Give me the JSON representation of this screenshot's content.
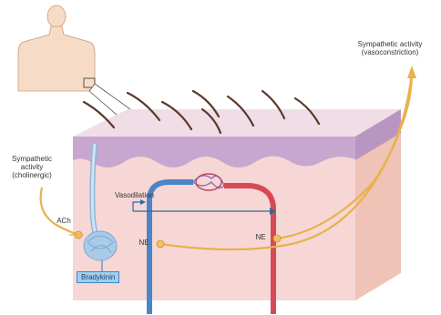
{
  "labels": {
    "symp_vasoconstriction": "Sympathetic activity (vasoconstriction)",
    "symp_cholinergic": "Sympathetic activity (cholinergic)",
    "ach": "ACh",
    "vasodilation": "Vasodilation",
    "ne_left": "NE",
    "ne_right": "NE",
    "bradykinin": "Bradykinin"
  },
  "colors": {
    "skin_epidermis": "#c9a8cf",
    "skin_dermis": "#f2cfcf",
    "skin_side": "#efc0b8",
    "artery": "#d64a55",
    "vein": "#4a86c7",
    "nerve": "#e8b24a",
    "gland": "#a9cbe8",
    "hair": "#5a3a2a"
  }
}
